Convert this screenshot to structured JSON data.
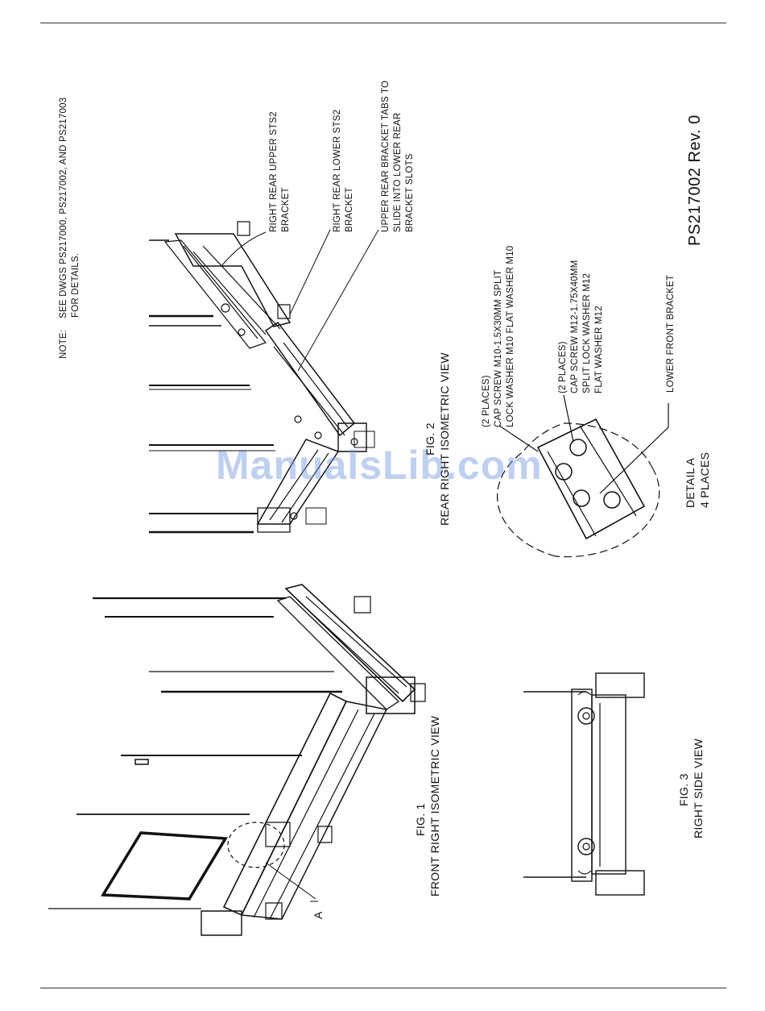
{
  "document_number": "PS217002 Rev. 0",
  "note": {
    "prefix": "NOTE:",
    "lines": [
      "SEE DWGS PS217000, PS217002, AND PS217003",
      "FOR DETAILS."
    ]
  },
  "figures": [
    {
      "id": "fig1",
      "number": "FIG. 1",
      "caption": "FRONT RIGHT ISOMETRIC VIEW"
    },
    {
      "id": "fig2",
      "number": "FIG. 2",
      "caption": "REAR RIGHT ISOMETRIC VIEW"
    },
    {
      "id": "fig3",
      "number": "FIG. 3",
      "caption": "RIGHT SIDE VIEW"
    }
  ],
  "detail": {
    "title": "DETAIL A",
    "subtitle": "4 PLACES",
    "marker": "A"
  },
  "callouts": {
    "upper_bracket": [
      "RIGHT REAR UPPER STS2",
      "BRACKET"
    ],
    "lower_bracket": [
      "RIGHT REAR LOWER STS2",
      "BRACKET"
    ],
    "tabs": [
      "UPPER REAR BRACKET TABS TO",
      "SLIDE INTO LOWER REAR",
      "BRACKET SLOTS"
    ],
    "m10": [
      "(2 PLACES)",
      "CAP SCREW M10-1.5X30MM  SPLIT",
      "LOCK WASHER M10  FLAT WASHER M10"
    ],
    "m12": [
      "(2 PLACES)",
      "CAP SCREW M12-1.75X40MM",
      "SPLIT LOCK WASHER M12",
      "FLAT WASHER M12"
    ],
    "front_bracket": [
      "LOWER  FRONT BRACKET"
    ]
  },
  "watermark": "ManualsLib.com"
}
